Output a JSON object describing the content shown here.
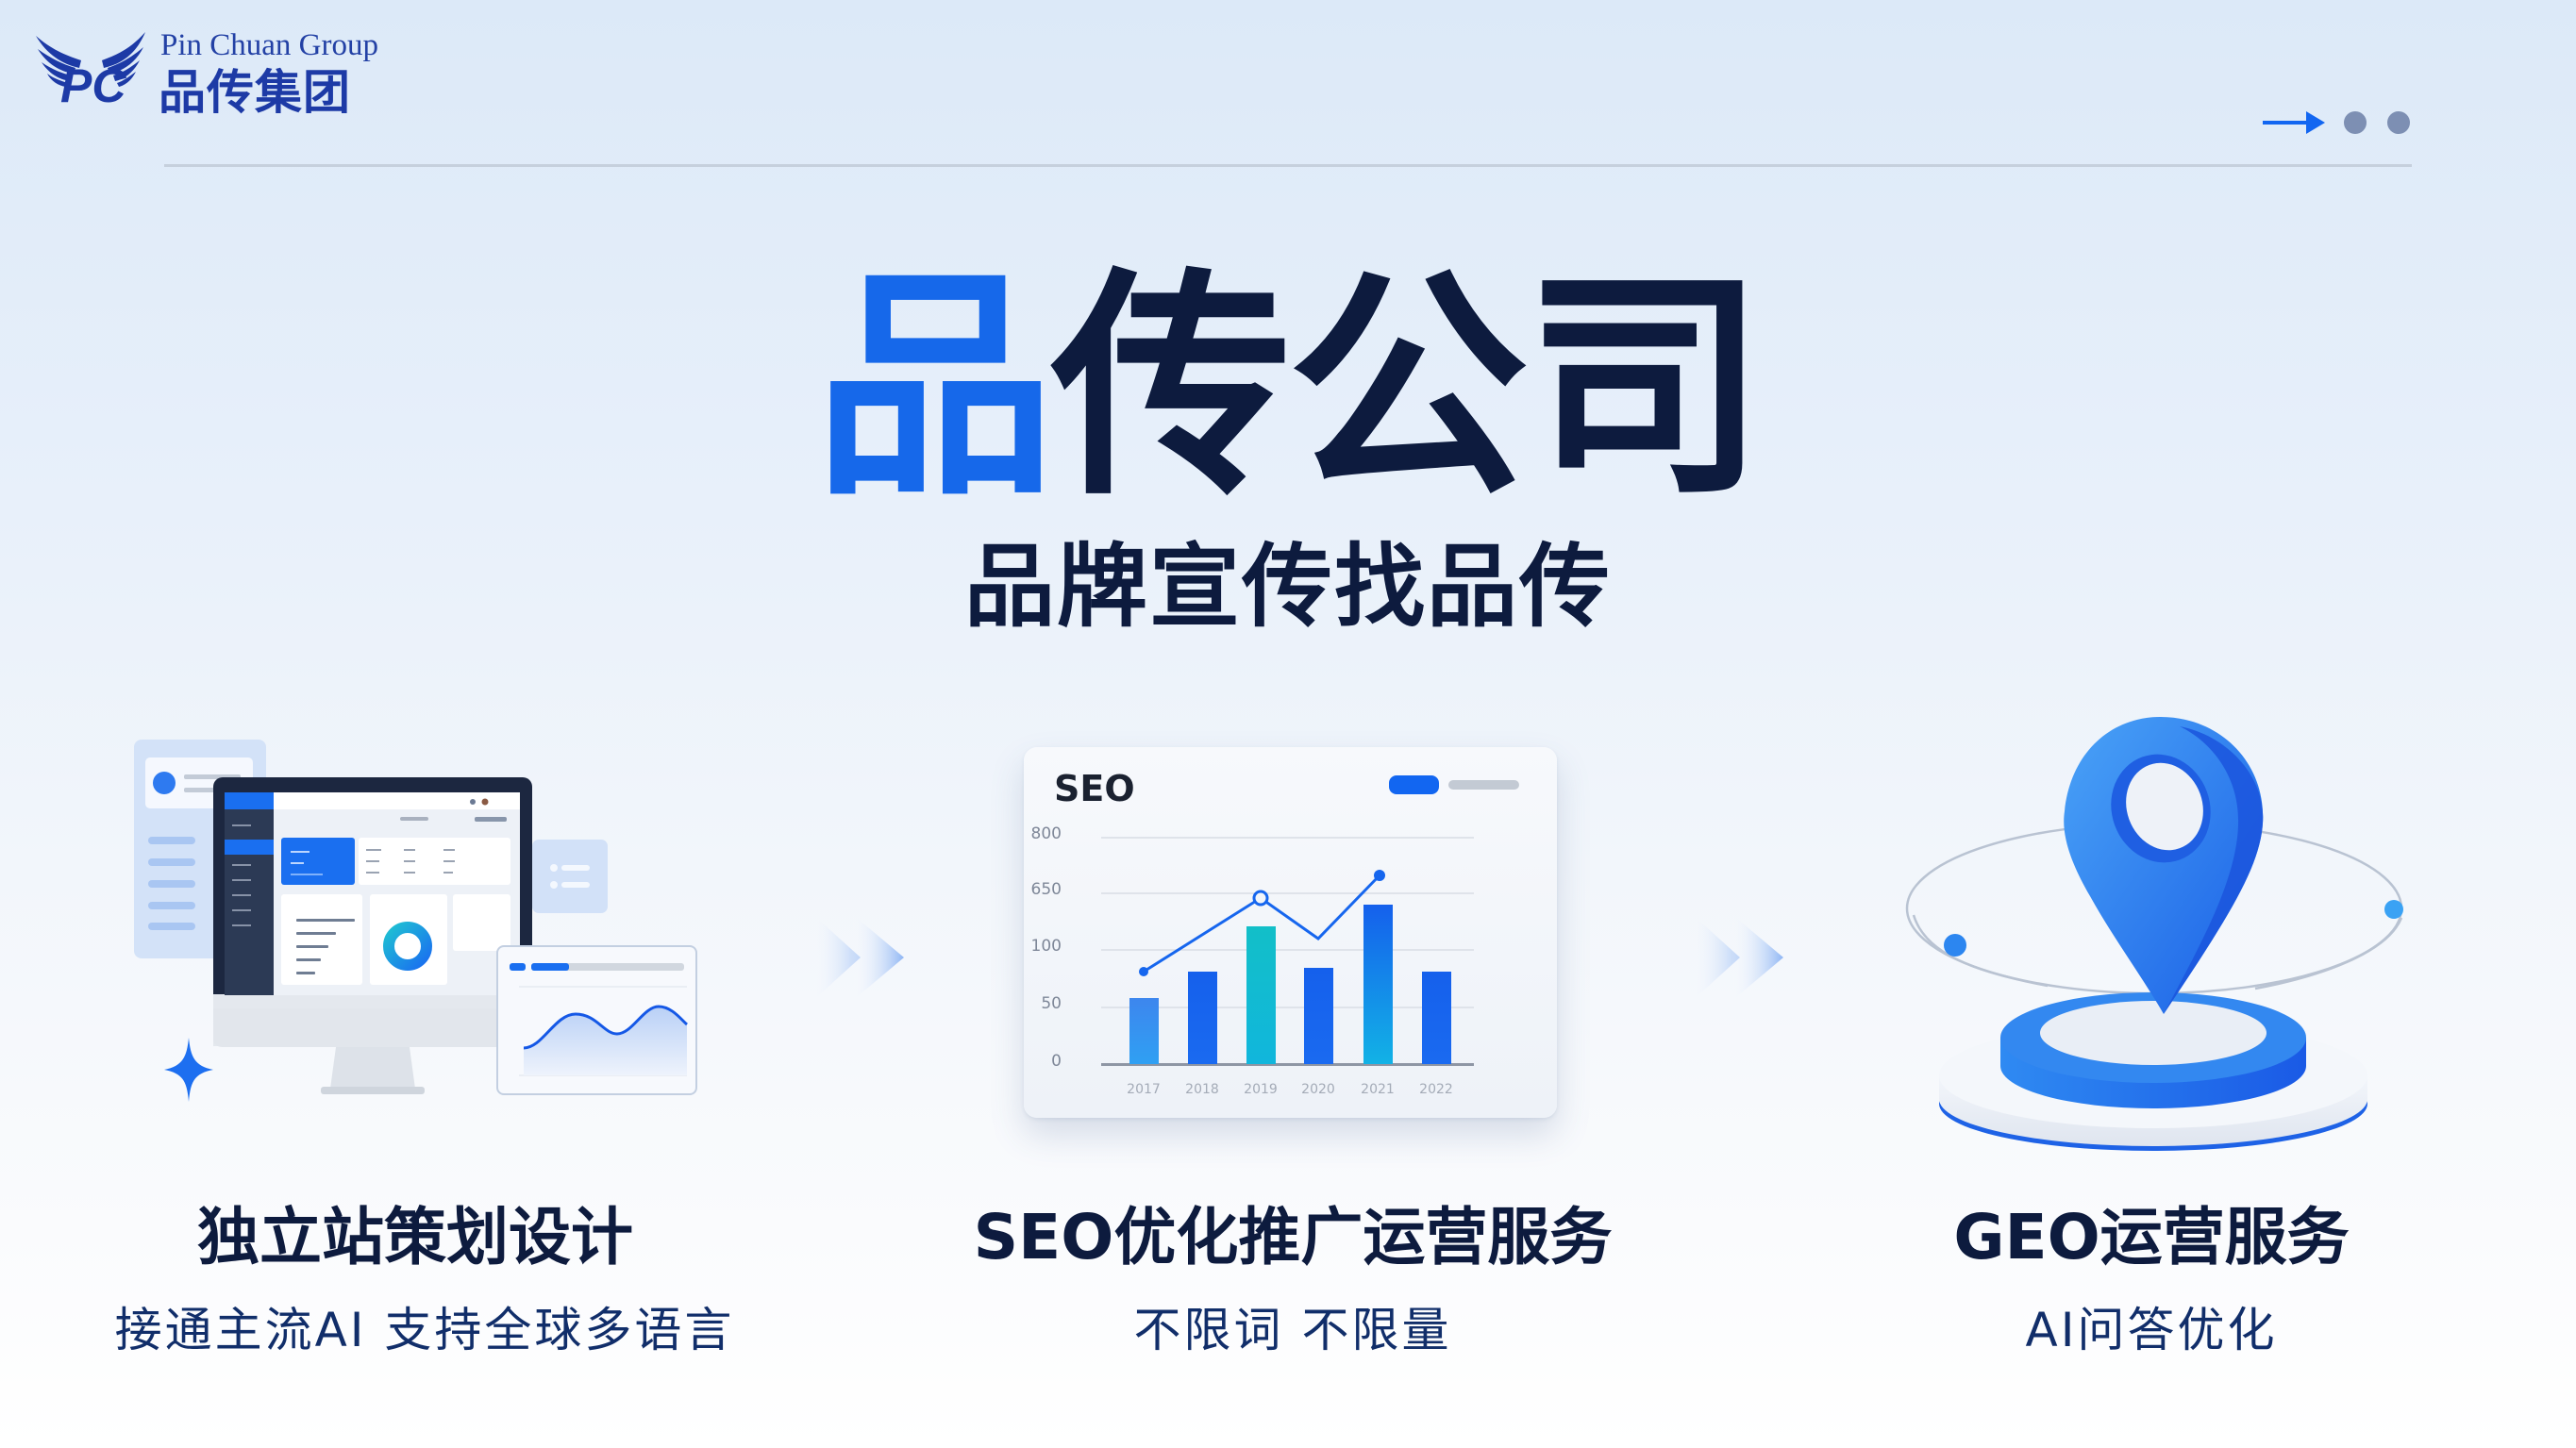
{
  "brand": {
    "name_en": "Pin Chuan Group",
    "name_cn": "品传集团",
    "logo_letters": "PC",
    "color": "#1d3aa6"
  },
  "pager": {
    "next_icon": "arrow-right-icon",
    "dots": 2,
    "accent_color": "#1266f1",
    "dot_color": "#7d8fb3"
  },
  "hero": {
    "title_accent": "品",
    "title_rest": "传公司",
    "subtitle": "品牌宣传找品传",
    "accent_color": "#1668ea",
    "text_color": "#0d1b3e"
  },
  "services": [
    {
      "title": "独立站策划设计",
      "description": "接通主流AI 支持全球多语言",
      "illustration": "website-dashboard-monitor"
    },
    {
      "title": "SEO优化推广运营服务",
      "description": "不限词 不限量",
      "illustration": "seo-bar-line-chart"
    },
    {
      "title": "GEO运营服务",
      "description": "AI问答优化",
      "illustration": "location-pin-platform"
    }
  ],
  "flow_arrows": [
    "double-chevron-right-icon",
    "double-chevron-right-icon"
  ],
  "seo_card": {
    "title": "SEO",
    "y_ticks": [
      "800",
      "650",
      "100",
      "50",
      "0"
    ],
    "x_ticks": [
      "2017",
      "2018",
      "2019",
      "2020",
      "2021",
      "2022"
    ]
  },
  "chart_data": {
    "type": "bar",
    "title": "SEO",
    "categories": [
      "2017",
      "2018",
      "2019",
      "2020",
      "2021",
      "2022"
    ],
    "series": [
      {
        "name": "bars",
        "type": "bar",
        "values": [
          35,
          75,
          110,
          78,
          125,
          75
        ]
      },
      {
        "name": "trend",
        "type": "line",
        "values": [
          78,
          null,
          135,
          95,
          150,
          null
        ]
      }
    ],
    "y_tick_labels": [
      "0",
      "50",
      "100",
      "650",
      "800"
    ],
    "xlabel": "",
    "ylabel": "",
    "grid": true,
    "legend_position": "top-right",
    "note": "Illustrative decorative chart; x tick labels are blurred/illegible, values estimated by pixel height on a non-linear labeled axis"
  }
}
